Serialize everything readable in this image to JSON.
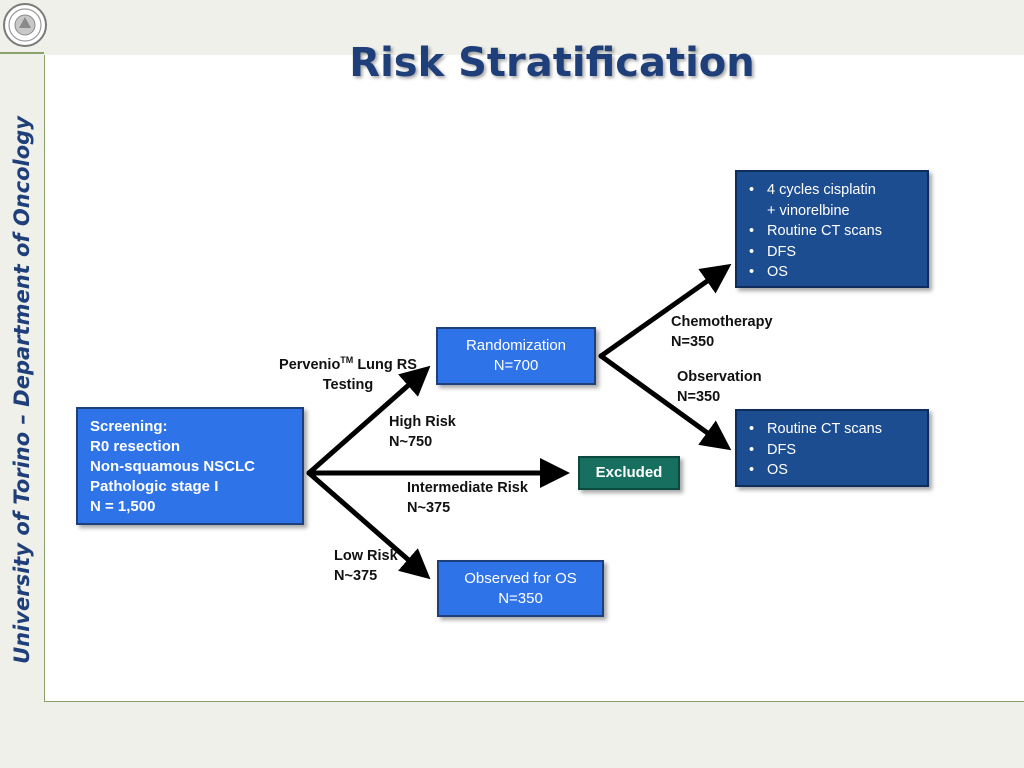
{
  "sidebar": {
    "institution": "University of Torino – Department of Oncology"
  },
  "header": {
    "title": "Risk Stratification"
  },
  "diagram": {
    "screening": [
      "Screening:",
      "R0 resection",
      "Non-squamous NSCLC",
      "Pathologic stage I",
      "N = 1,500"
    ],
    "testing_label": {
      "main": "Pervenio",
      "sup": "TM",
      "rest": " Lung RS",
      "line2": "Testing"
    },
    "high_risk": [
      "High Risk",
      "N~750"
    ],
    "intermediate_risk": [
      "Intermediate Risk",
      "N~375"
    ],
    "low_risk": [
      "Low Risk",
      "N~375"
    ],
    "randomization": [
      "Randomization",
      "N=700"
    ],
    "excluded": "Excluded",
    "observed": [
      "Observed for OS",
      "N=350"
    ],
    "chemotherapy_label": [
      "Chemotherapy",
      "N=350"
    ],
    "observation_label": [
      "Observation",
      "N=350"
    ],
    "chemo_outcomes": [
      "4 cycles cisplatin\n+ vinorelbine",
      "Routine CT scans",
      "DFS",
      "OS"
    ],
    "observation_outcomes": [
      "Routine CT scans",
      "DFS",
      "OS"
    ]
  },
  "colors": {
    "title": "#1f3f7a",
    "bright_box": "#2f73e8",
    "dark_box": "#1d4d91",
    "excluded_box": "#176f60",
    "frame": "#8aa06a"
  }
}
